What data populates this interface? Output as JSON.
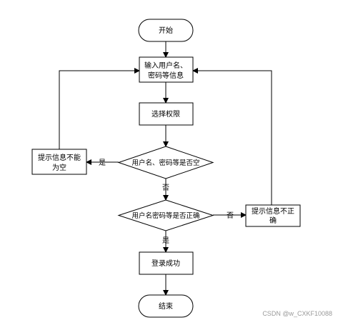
{
  "diagram": {
    "start": "开始",
    "input": [
      "输入用户名、",
      "密码等信息"
    ],
    "select": "选择权限",
    "decision_empty": "用户名、密码等是否空",
    "decision_correct": "用户名密码等是否正确",
    "empty_msg": [
      "提示信息不能",
      "为空"
    ],
    "incorrect_msg": [
      "提示信息不正",
      "确"
    ],
    "success": "登录成功",
    "end": "结束",
    "yes": "是",
    "no": "否"
  },
  "watermark": "CSDN @w_CXKF10088"
}
